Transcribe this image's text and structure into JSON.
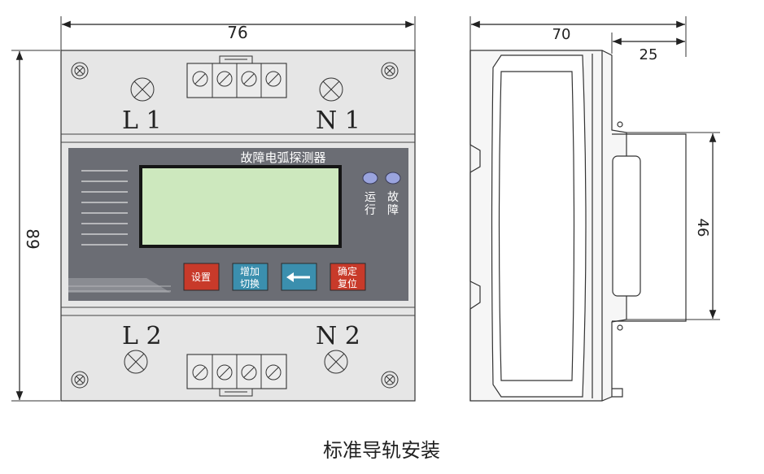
{
  "dimensions": {
    "front_width": "76",
    "front_height": "89",
    "side_depth": "70",
    "side_step": "25",
    "rail_height": "46"
  },
  "terminals": {
    "top_left": "L 1",
    "top_right": "N 1",
    "bottom_left": "L 2",
    "bottom_right": "N 2"
  },
  "panel": {
    "title": "故障电弧探测器",
    "indicators": {
      "run": [
        "运",
        "行"
      ],
      "fault": [
        "故",
        "障"
      ]
    },
    "buttons": {
      "settings": "设置",
      "increase": [
        "增加",
        "切换"
      ],
      "back_arrow": "left-arrow-icon",
      "confirm": [
        "确定",
        "复位"
      ]
    }
  },
  "caption": "标准导轨安装",
  "colors": {
    "panel_bg": "#6b6d74",
    "lcd_fill": "#cde8be",
    "button_red": "#c83a2a",
    "button_teal": "#3b8fae",
    "led": "#9aa4de",
    "housing": "#e6e6e6",
    "line": "#333333"
  }
}
